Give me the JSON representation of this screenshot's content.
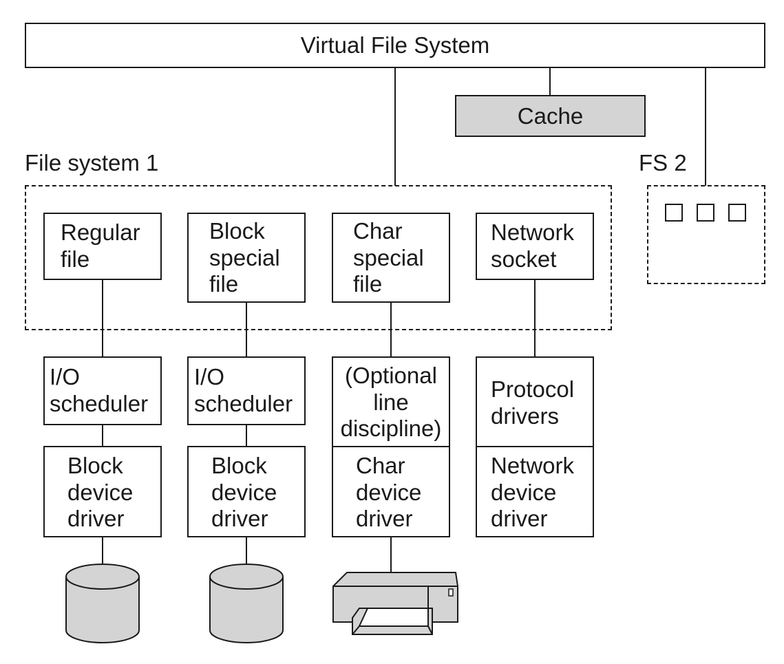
{
  "vfs": {
    "label": "Virtual File System"
  },
  "cache": {
    "label": "Cache",
    "fill": "#d4d4d4"
  },
  "fs1": {
    "label": "File system 1"
  },
  "fs2": {
    "label": "FS 2"
  },
  "files": {
    "regular": "Regular\nfile",
    "block_special": "Block\nspecial\nfile",
    "char_special": "Char\nspecial\nfile",
    "network_socket": "Network\nsocket"
  },
  "middle": {
    "io_scheduler_1": "I/O\nscheduler",
    "io_scheduler_2": "I/O\nscheduler",
    "line_discipline": "(Optional\nline\ndiscipline)",
    "protocol_drivers": "Protocol\ndrivers"
  },
  "drivers": {
    "block_1": "Block\ndevice\ndriver",
    "block_2": "Block\ndevice\ndriver",
    "char": "Char\ndevice\ndriver",
    "network": "Network\ndevice\ndriver"
  },
  "colors": {
    "device_fill": "#d4d4d4",
    "stroke": "#1a1a1a"
  },
  "icons": [
    "disk-icon",
    "disk-icon",
    "printer-icon"
  ]
}
